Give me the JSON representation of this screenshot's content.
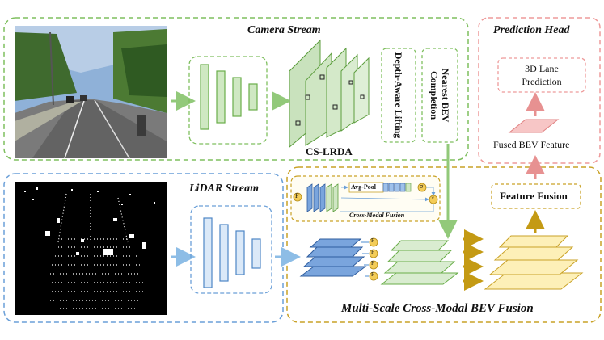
{
  "camera_stream": {
    "title": "Camera Stream",
    "module_label": "CS-LRDA",
    "stage1_label": "Depth-Aware Lifting",
    "stage2_label": "Nearest BEV Completion"
  },
  "lidar_stream": {
    "title": "LiDAR Stream"
  },
  "fusion": {
    "title": "Multi-Scale Cross-Modal BEV Fusion",
    "inset_caption": "Cross-Modal Fusion",
    "avgpool_label": "Avg-Pool",
    "f_symbol": "F",
    "sigmoid_symbol": "σ",
    "multiply_symbol": "×"
  },
  "feature_fusion": {
    "label": "Feature Fusion"
  },
  "prediction_head": {
    "title": "Prediction Head",
    "output_label": "3D Lane Prediction",
    "fused_bev_label": "Fused BEV Feature"
  },
  "colors": {
    "camera_green": "#7fbf5f",
    "lidar_blue": "#6a9fd8",
    "fusion_gold": "#c9a227",
    "head_red": "#ee9a9a",
    "arrow_green": "#92c97a",
    "arrow_blue": "#8dbde6",
    "arrow_gold": "#c49a14",
    "arrow_red": "#e79191"
  }
}
